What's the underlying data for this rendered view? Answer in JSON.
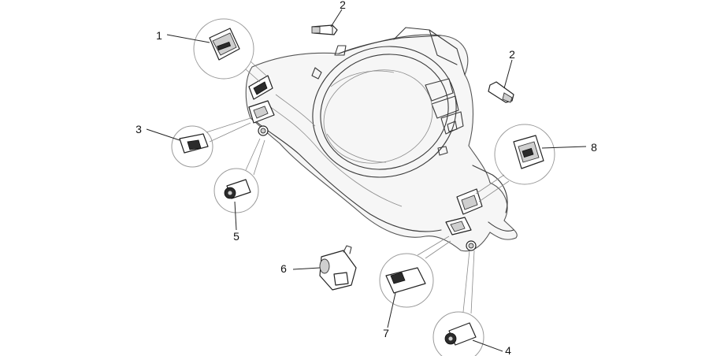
{
  "callouts": [
    {
      "id": "1",
      "label": "1"
    },
    {
      "id": "2a",
      "label": "2"
    },
    {
      "id": "2b",
      "label": "2"
    },
    {
      "id": "3",
      "label": "3"
    },
    {
      "id": "5",
      "label": "5"
    },
    {
      "id": "6",
      "label": "6"
    },
    {
      "id": "7",
      "label": "7"
    },
    {
      "id": "8",
      "label": "8"
    },
    {
      "id": "4",
      "label": "4"
    }
  ]
}
